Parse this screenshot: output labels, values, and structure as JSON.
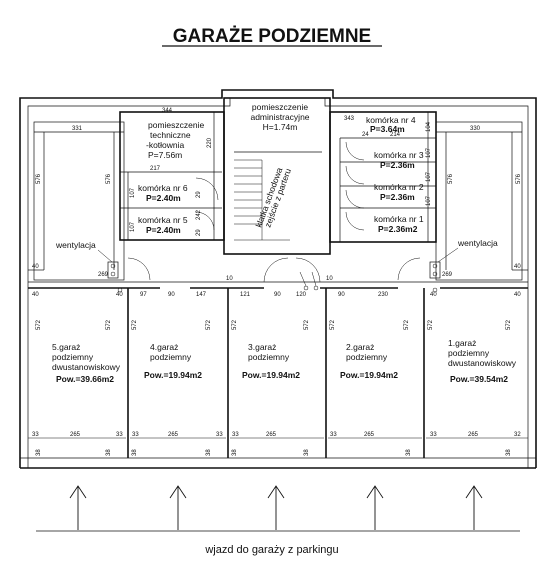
{
  "title": "GARAŻE PODZIEMNE",
  "footer": "wjazd do garaży z parkingu",
  "rooms": {
    "admin": {
      "line1": "pomieszczenie",
      "line2": "administracyjne",
      "line3": "H=1.74m"
    },
    "boiler": {
      "line1": "pomieszczenie",
      "line2": "techniczne",
      "line3": "-kotłownia",
      "line4": "P=7.56m"
    },
    "stair": {
      "line1": "klatka schodowa",
      "line2": "zejście z parteru"
    },
    "kom6": {
      "name": "komórka nr 6",
      "area": "P=2.40m"
    },
    "kom5": {
      "name": "komórka nr 5",
      "area": "P=2.40m"
    },
    "kom4": {
      "name": "komórka nr 4",
      "area": "P=3.64m"
    },
    "kom3": {
      "name": "komórka nr 3",
      "area": "P=2.36m"
    },
    "kom2": {
      "name": "komórka nr 2",
      "area": "P=2.36m"
    },
    "kom1": {
      "name": "komórka nr 1",
      "area": "P=2.36m2"
    }
  },
  "garages": [
    {
      "line1": "5.garaż",
      "line2": "podziemny",
      "line3": "dwustanowiskowy",
      "area": "Pow.=39.66m2"
    },
    {
      "line1": "4.garaż",
      "line2": "podziemny",
      "line3": "",
      "area": "Pow.=19.94m2"
    },
    {
      "line1": "3.garaż",
      "line2": "podziemny",
      "line3": "",
      "area": "Pow.=19.94m2"
    },
    {
      "line1": "2.garaż",
      "line2": "podziemny",
      "line3": "",
      "area": "Pow.=19.94m2"
    },
    {
      "line1": "1.garaż",
      "line2": "podziemny",
      "line3": "dwustanowiskowy",
      "area": "Pow.=39.54m2"
    }
  ],
  "ventilation": {
    "left": "wentylacja",
    "right": "wentylacja"
  },
  "dims": {
    "top_left": "331",
    "top_right": "330",
    "boiler_w": "344",
    "boiler_inner": "217",
    "boiler_h": "220",
    "kom_left_w": "214",
    "kom4_top": "343",
    "kom4_h": "104",
    "kom3_24": "24",
    "side_576_l1": "576",
    "side_576_l2": "576",
    "side_576_r1": "576",
    "side_576_r2": "576",
    "kom_107a": "107",
    "kom_107b": "107",
    "kom_107c": "107",
    "kom_107d": "107",
    "kom_107e": "107",
    "door_242": "242",
    "door_29a": "29",
    "door_29b": "29",
    "row_10_l": "10",
    "row_10_r": "10",
    "mid_40_l": "40",
    "mid_40_r": "40",
    "mid_40_l2": "40",
    "mid_40_r2": "40",
    "v269_l": "269",
    "v269_r": "269",
    "v40_l": "40",
    "v40_r": "40",
    "g_97": "97",
    "g_90a": "90",
    "g_147": "147",
    "g_121": "121",
    "g_90b": "90",
    "g_120": "120",
    "g_90c": "90",
    "g_230": "230",
    "h572_1": "572",
    "h572_2": "572",
    "h572_3": "572",
    "h572_4": "572",
    "h572_5": "572",
    "h572_6": "572",
    "h572_7": "572",
    "h572_8": "572",
    "h572_9": "572",
    "h572_10": "572",
    "b265_1": "265",
    "b265_2": "265",
    "b265_3": "265",
    "b265_4": "265",
    "b265_5": "265",
    "b33_1": "33",
    "b33_2": "33",
    "b33_3": "33",
    "b33_4": "33",
    "b33_5": "33",
    "b33_6": "33",
    "b33_7": "33",
    "b32": "32",
    "b38_1": "38",
    "b38_2": "38",
    "b38_3": "38",
    "b38_4": "38",
    "b38_5": "38",
    "b38_6": "38",
    "b38_7": "38",
    "b38_8": "38"
  }
}
